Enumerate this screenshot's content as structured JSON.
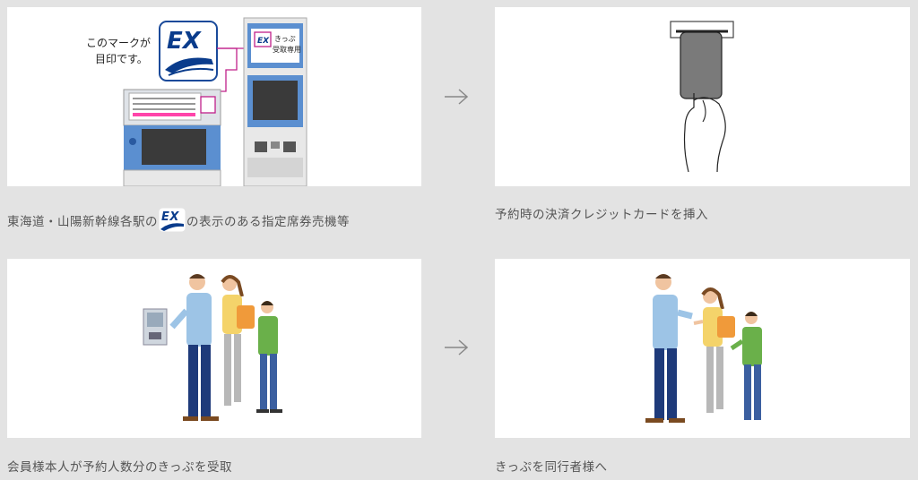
{
  "steps": [
    {
      "caption_before": "東海道・山陽新幹線各駅の",
      "caption_after": "の表示のある指定席券売機等",
      "callout": "このマークが\n目印です。",
      "callout_line1": "このマークが",
      "callout_line2": "目印です。",
      "badge_text": "EX",
      "kiosk_label_line1": "きっぷ",
      "kiosk_label_line2": "受取専用"
    },
    {
      "caption": "予約時の決済クレジットカードを挿入"
    },
    {
      "caption": "会員様本人が予約人数分のきっぷを受取"
    },
    {
      "caption": "きっぷを同行者様へ"
    }
  ],
  "colors": {
    "background": "#e3e3e3",
    "panel": "#ffffff",
    "ex_blue": "#0a3c8c",
    "kiosk_blue": "#4a7fc1",
    "accent_magenta": "#c0208a",
    "arrow": "#888888"
  },
  "icons": {
    "next_arrow": "arrow-right-icon",
    "ex_logo": "ex-mark-icon"
  }
}
